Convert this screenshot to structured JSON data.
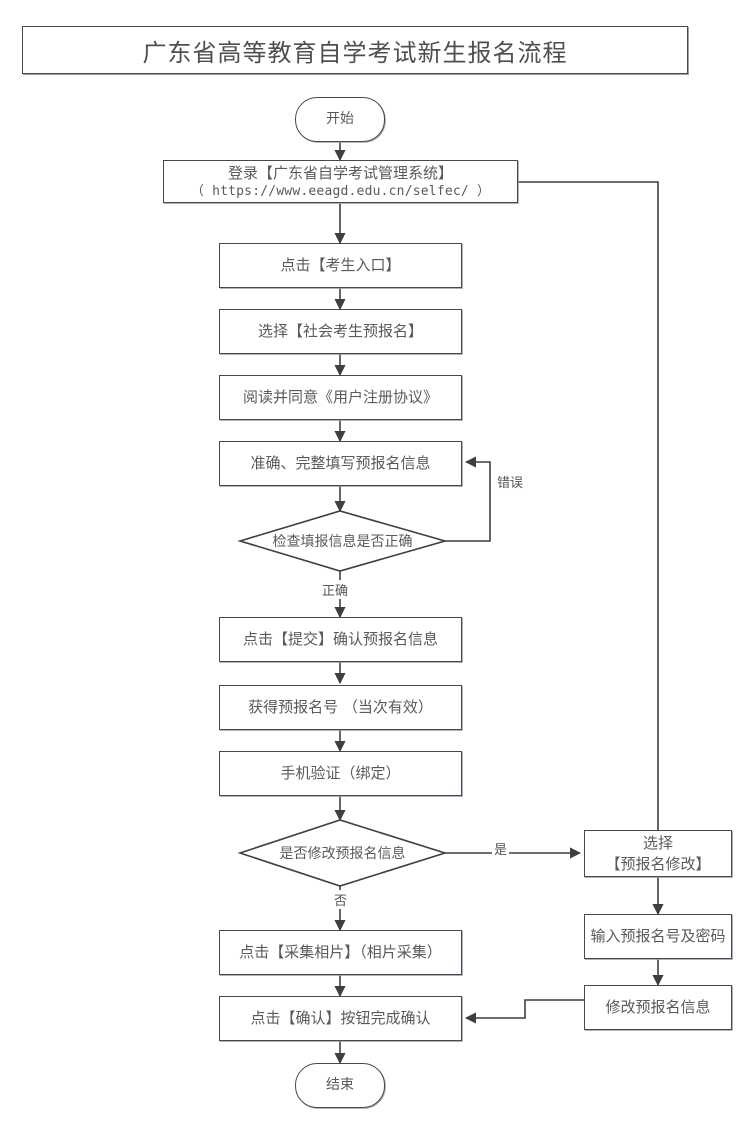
{
  "title": "广东省高等教育自学考试新生报名流程",
  "colors": {
    "border": "#434a54",
    "text": "#5a5a5a",
    "title_text": "#4f4f4f",
    "line": "#3f3f3f",
    "background": "#ffffff",
    "shadow": "#9aa0aa"
  },
  "nodes": {
    "start": {
      "label": "开始",
      "shape": "terminator"
    },
    "login": {
      "line1": "登录【广东省自学考试管理系统】",
      "line2": "（ https://www.eeagd.edu.cn/selfec/ ）",
      "shape": "process"
    },
    "entry": {
      "label": "点击【考生入口】",
      "shape": "process"
    },
    "select_pre_reg": {
      "label": "选择【社会考生预报名】",
      "shape": "process"
    },
    "agreement": {
      "label": "阅读并同意《用户注册协议》",
      "shape": "process"
    },
    "fill_info": {
      "label": "准确、完整填写预报名信息",
      "shape": "process"
    },
    "check_info": {
      "label": "检查填报信息是否正确",
      "shape": "decision"
    },
    "submit": {
      "label": "点击【提交】确认预报名信息",
      "shape": "process"
    },
    "get_number": {
      "label": "获得预报名号 （当次有效）",
      "shape": "process"
    },
    "phone_verify": {
      "label": "手机验证（绑定）",
      "shape": "process"
    },
    "modify_decision": {
      "label": "是否修改预报名信息",
      "shape": "decision"
    },
    "select_modify": {
      "line1": "选择",
      "line2": "【预报名修改】",
      "shape": "process"
    },
    "input_credentials": {
      "label": "输入预报名号及密码",
      "shape": "process"
    },
    "modify_info": {
      "label": "修改预报名信息",
      "shape": "process"
    },
    "collect_photo": {
      "label": "点击【采集相片】（相片采集）",
      "shape": "process"
    },
    "confirm": {
      "label": "点击【确认】按钮完成确认",
      "shape": "process"
    },
    "end": {
      "label": "结束",
      "shape": "terminator"
    }
  },
  "edge_labels": {
    "error": "错误",
    "correct": "正确",
    "yes": "是",
    "no": "否"
  }
}
